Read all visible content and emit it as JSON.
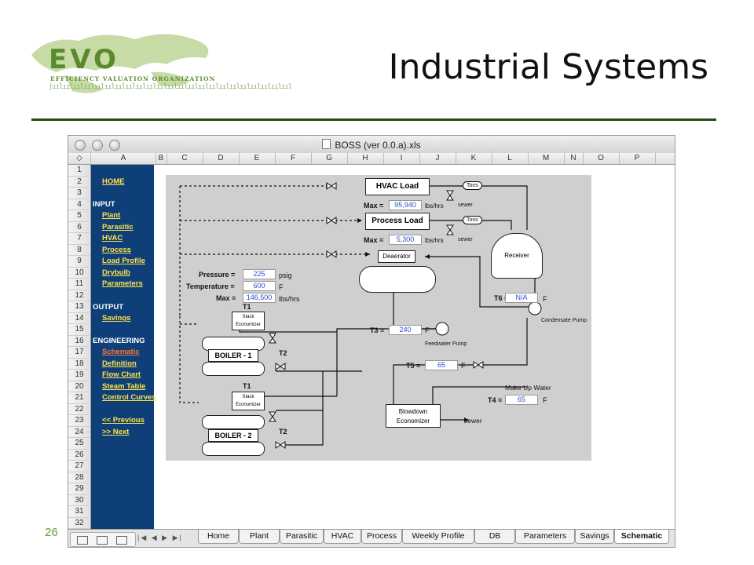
{
  "slide": {
    "title": "Industrial Systems",
    "page_number": "26",
    "logo": {
      "text": "EVO",
      "subtitle": "EFFICIENCY VALUATION ORGANIZATION",
      "ticks": "|ıılıılıılıılıılıılıılıılıılıılıılıılıılıılıılıılıılıılıılıılıılıılııl"
    }
  },
  "window": {
    "title": "BOSS (ver 0.0.a).xls",
    "corner_glyph": "◇",
    "columns": [
      "A",
      "B",
      "C",
      "D",
      "E",
      "F",
      "G",
      "H",
      "I",
      "J",
      "K",
      "L",
      "M",
      "N",
      "O",
      "P"
    ],
    "rows": [
      "1",
      "2",
      "3",
      "4",
      "5",
      "6",
      "7",
      "8",
      "9",
      "10",
      "11",
      "12",
      "13",
      "14",
      "15",
      "16",
      "17",
      "18",
      "19",
      "20",
      "21",
      "22",
      "23",
      "24",
      "25",
      "26",
      "27",
      "28",
      "29",
      "30",
      "31",
      "32"
    ]
  },
  "nav": {
    "home": "HOME",
    "input_header": "INPUT",
    "input_items": [
      "Plant",
      "Parasitic",
      "HVAC",
      "Process",
      "Load Profile",
      "Drybulb",
      "Parameters"
    ],
    "output_header": "OUTPUT",
    "output_items": [
      "Savings"
    ],
    "engineering_header": "ENGINEERING",
    "engineering_items": [
      "Schematic",
      "Definition",
      "Flow Chart",
      "Steam Table",
      "Control Curves"
    ],
    "previous": "<< Previous",
    "next": ">> Next"
  },
  "schematic": {
    "hvac_load": "HVAC Load",
    "process_load": "Process Load",
    "max_label": "Max =",
    "hvac_max": "95,940",
    "process_max": "5,300",
    "lbs_hrs": "lbs/hrs",
    "lbs_hrs_short": "lbs/hrs",
    "sewer_small": "sewer",
    "tons": "Tons",
    "deaerator": "Deaerator",
    "receiver": "Receiver",
    "pressure_label": "Pressure =",
    "pressure_value": "225",
    "pressure_unit": "psig",
    "temperature_label": "Temperature =",
    "temperature_value": "600",
    "temperature_unit": "F",
    "boiler_max_value": "146,500",
    "t1": "T1",
    "t2": "T2",
    "stack_economizer": "Stack\nEconomizer",
    "boiler1": "BOILER - 1",
    "boiler2": "BOILER - 2",
    "t3_label": "T3 =",
    "t3_value": "240",
    "t3_unit": "F",
    "feedwater_pump": "Feedwater Pump",
    "t5_label": "T5 =",
    "t5_value": "65",
    "t5_unit": "F",
    "t6_label": "T6 =",
    "t6_value": "N/A",
    "t6_unit": "F",
    "condensate_pump": "Condensate Pump",
    "makeup_water": "Make Up Water",
    "t4_label": "T4 =",
    "t4_value": "65",
    "t4_unit": "F",
    "blowdown_economizer": "Blowdown\nEconomizer",
    "sewer": "sewer"
  },
  "tabs": {
    "nav_arrows": "|◀ ◀ ▶ ▶|",
    "items": [
      "Home",
      "Plant",
      "Parasitic",
      "HVAC",
      "Process",
      "Weekly Profile",
      "DB",
      "Parameters",
      "Savings",
      "Schematic"
    ],
    "selected": "Schematic"
  },
  "colors": {
    "nav_bg": "#0e3f78",
    "nav_link": "#ffe24a",
    "nav_active": "#ff7a3a",
    "value_text": "#2a4cd0",
    "logo_green": "#5a8a2e"
  }
}
